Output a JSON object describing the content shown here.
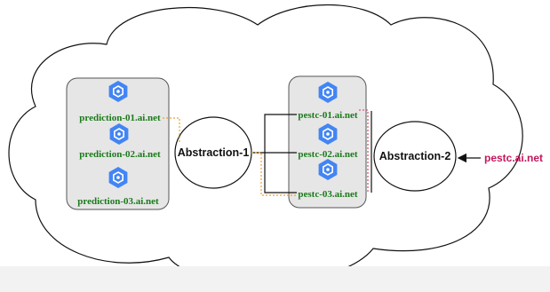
{
  "diagram": {
    "left_group": {
      "hosts": [
        {
          "label": "prediction-01.ai.net",
          "icon": "gcp-hexagon-node-icon"
        },
        {
          "label": "prediction-02.ai.net",
          "icon": "gcp-hexagon-node-icon"
        },
        {
          "label": "prediction-03.ai.net",
          "icon": "gcp-hexagon-node-icon"
        }
      ]
    },
    "right_group": {
      "hosts": [
        {
          "label": "pestc-01.ai.net",
          "icon": "gcp-hexagon-node-icon"
        },
        {
          "label": "pestc-02.ai.net",
          "icon": "gcp-hexagon-node-icon"
        },
        {
          "label": "pestc-03.ai.net",
          "icon": "gcp-hexagon-node-icon"
        }
      ]
    },
    "abstraction_1": {
      "label": "Abstraction-1"
    },
    "abstraction_2": {
      "label": "Abstraction-2"
    },
    "external": {
      "label": "pestc.ai.net"
    },
    "colors": {
      "host_text": "#1a7a1a",
      "external_text": "#c2185b",
      "icon_blue": "#4285f4",
      "group_fill": "#e6e6e6",
      "group_stroke": "#555555",
      "orange_dotted": "#f0a030",
      "red_dotted": "#d23a5a"
    }
  }
}
